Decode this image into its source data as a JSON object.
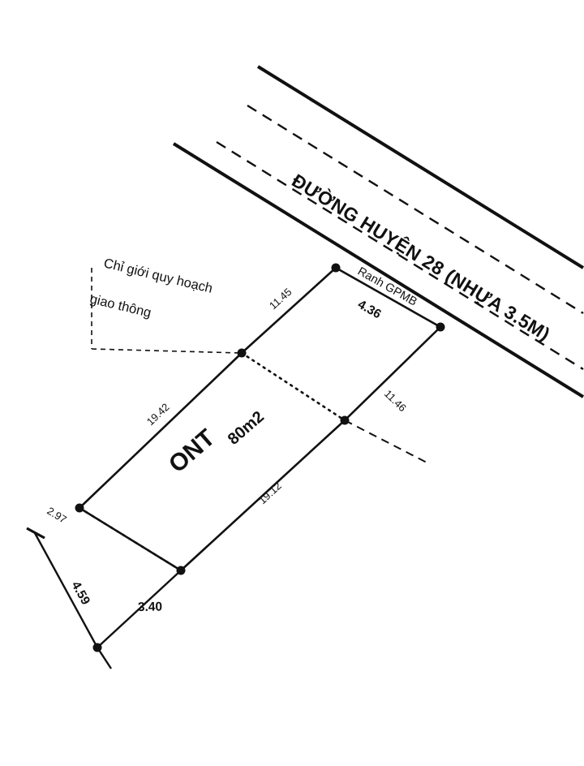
{
  "diagram": {
    "title": "Land parcel survey sketch",
    "road": {
      "name": "ĐƯỜNG HUYỆN 28 (NHỰA 3.5M)"
    },
    "labels": {
      "ranh_gpmb": "Ranh GPMB",
      "planning_line_1": "Chỉ giới quy hoạch",
      "planning_line_2": "giao thông",
      "parcel_type": "ONT",
      "parcel_area": "80m2"
    },
    "dimensions": {
      "front_left": "11.45",
      "front_right": "4.36",
      "right_side": "11.46",
      "left_upper": "19.42",
      "left_lower": "2.97",
      "bottom_left": "4.59",
      "bottom_right": "3.40",
      "inner_long": "19.12"
    },
    "colors": {
      "line": "#111111",
      "text": "#111111",
      "background": "#ffffff"
    }
  }
}
